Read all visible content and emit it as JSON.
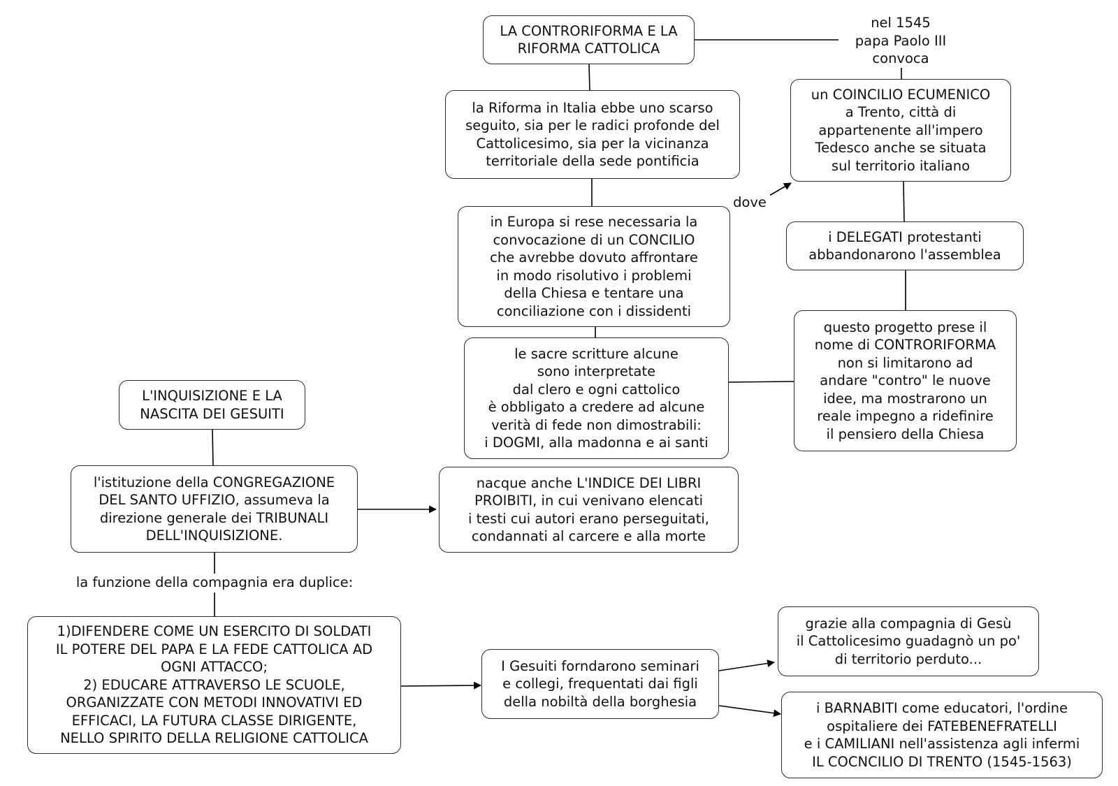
{
  "concepts": {
    "main": "LA CONTRORIFORMA E LA\nRIFORMA CATTOLICA",
    "italy": "la Riforma in Italia ebbe uno scarso\nseguito, sia per le radici profonde del\nCattolicesimo, sia per la vicinanza\nterritoriale della sede pontificia",
    "europe": "in Europa si rese necessaria la\nconvocazione di un CONCILIO\nche avrebbe dovuto affrontare\nin modo risolutivo i problemi\ndella Chiesa e tentare una\nconciliazione con i dissidenti",
    "scriptures": "le sacre scritture alcune\nsono interpretate\ndal clero e ogni cattolico\nè obbligato a credere ad alcune\nverità di fede non dimostrabili:\ni DOGMI, alla madonna e ai santi",
    "council": "un COINCILIO ECUMENICO\na Trento, città di\nappartenente all'impero\nTedesco anche se situata\nsul territorio italiano",
    "delegates": "i DELEGATI protestanti\nabbandonarono l'assemblea",
    "counter": "questo progetto prese il\nnome di CONTRORIFORMA\nnon si limitarono ad\nandare \"contro\" le nuove\nidee, ma mostrarono un\nreale impegno a ridefinire\nil pensiero della Chiesa",
    "inquisition": "L'INQUISIZIONE E LA\nNASCITA DEI GESUITI",
    "congregation": "l'istituzione della CONGREGAZIONE\nDEL SANTO UFFIZIO, assumeva la\ndirezione generale dei TRIBUNALI\nDELL'INQUISIZIONE.",
    "index": "nacque anche L'INDICE DEI LIBRI\nPROIBITI, in cui venivano elencati\ni testi cui autori erano perseguitati,\ncondannati al carcere e alla morte",
    "duties": "1)DIFENDERE COME UN ESERCITO DI SOLDATI\nIL POTERE DEL PAPA E LA FEDE CATTOLICA AD\nOGNI ATTACCO;\n2) EDUCARE ATTRAVERSO LE SCUOLE,\nORGANIZZATE CON METODI INNOVATIVI ED\nEFFICACI, LA FUTURA CLASSE DIRIGENTE,\nNELLO SPIRITO DELLA RELIGIONE CATTOLICA",
    "jesuits": "I Gesuiti forndarono seminari\ne collegi, frequentati dai figli\ndella nobiltà della borghesia",
    "grace": "grazie alla compagnia di Gesù\nil Cattolicesimo guadagnò un po'\ndi territorio perduto...",
    "barnabites": "i BARNABITI come educatori, l'ordine\nospitaliere dei FATEBENEFRATELLI\ne i CAMILIANI nell'assistenza agli infermi\nIL COCNCILIO DI TRENTO (1545-1563)"
  },
  "linking_phrases": {
    "pope": "nel 1545\npapa Paolo III\nconvoca",
    "dove": "dove",
    "function": "la funzione della compagnia era duplice:"
  }
}
